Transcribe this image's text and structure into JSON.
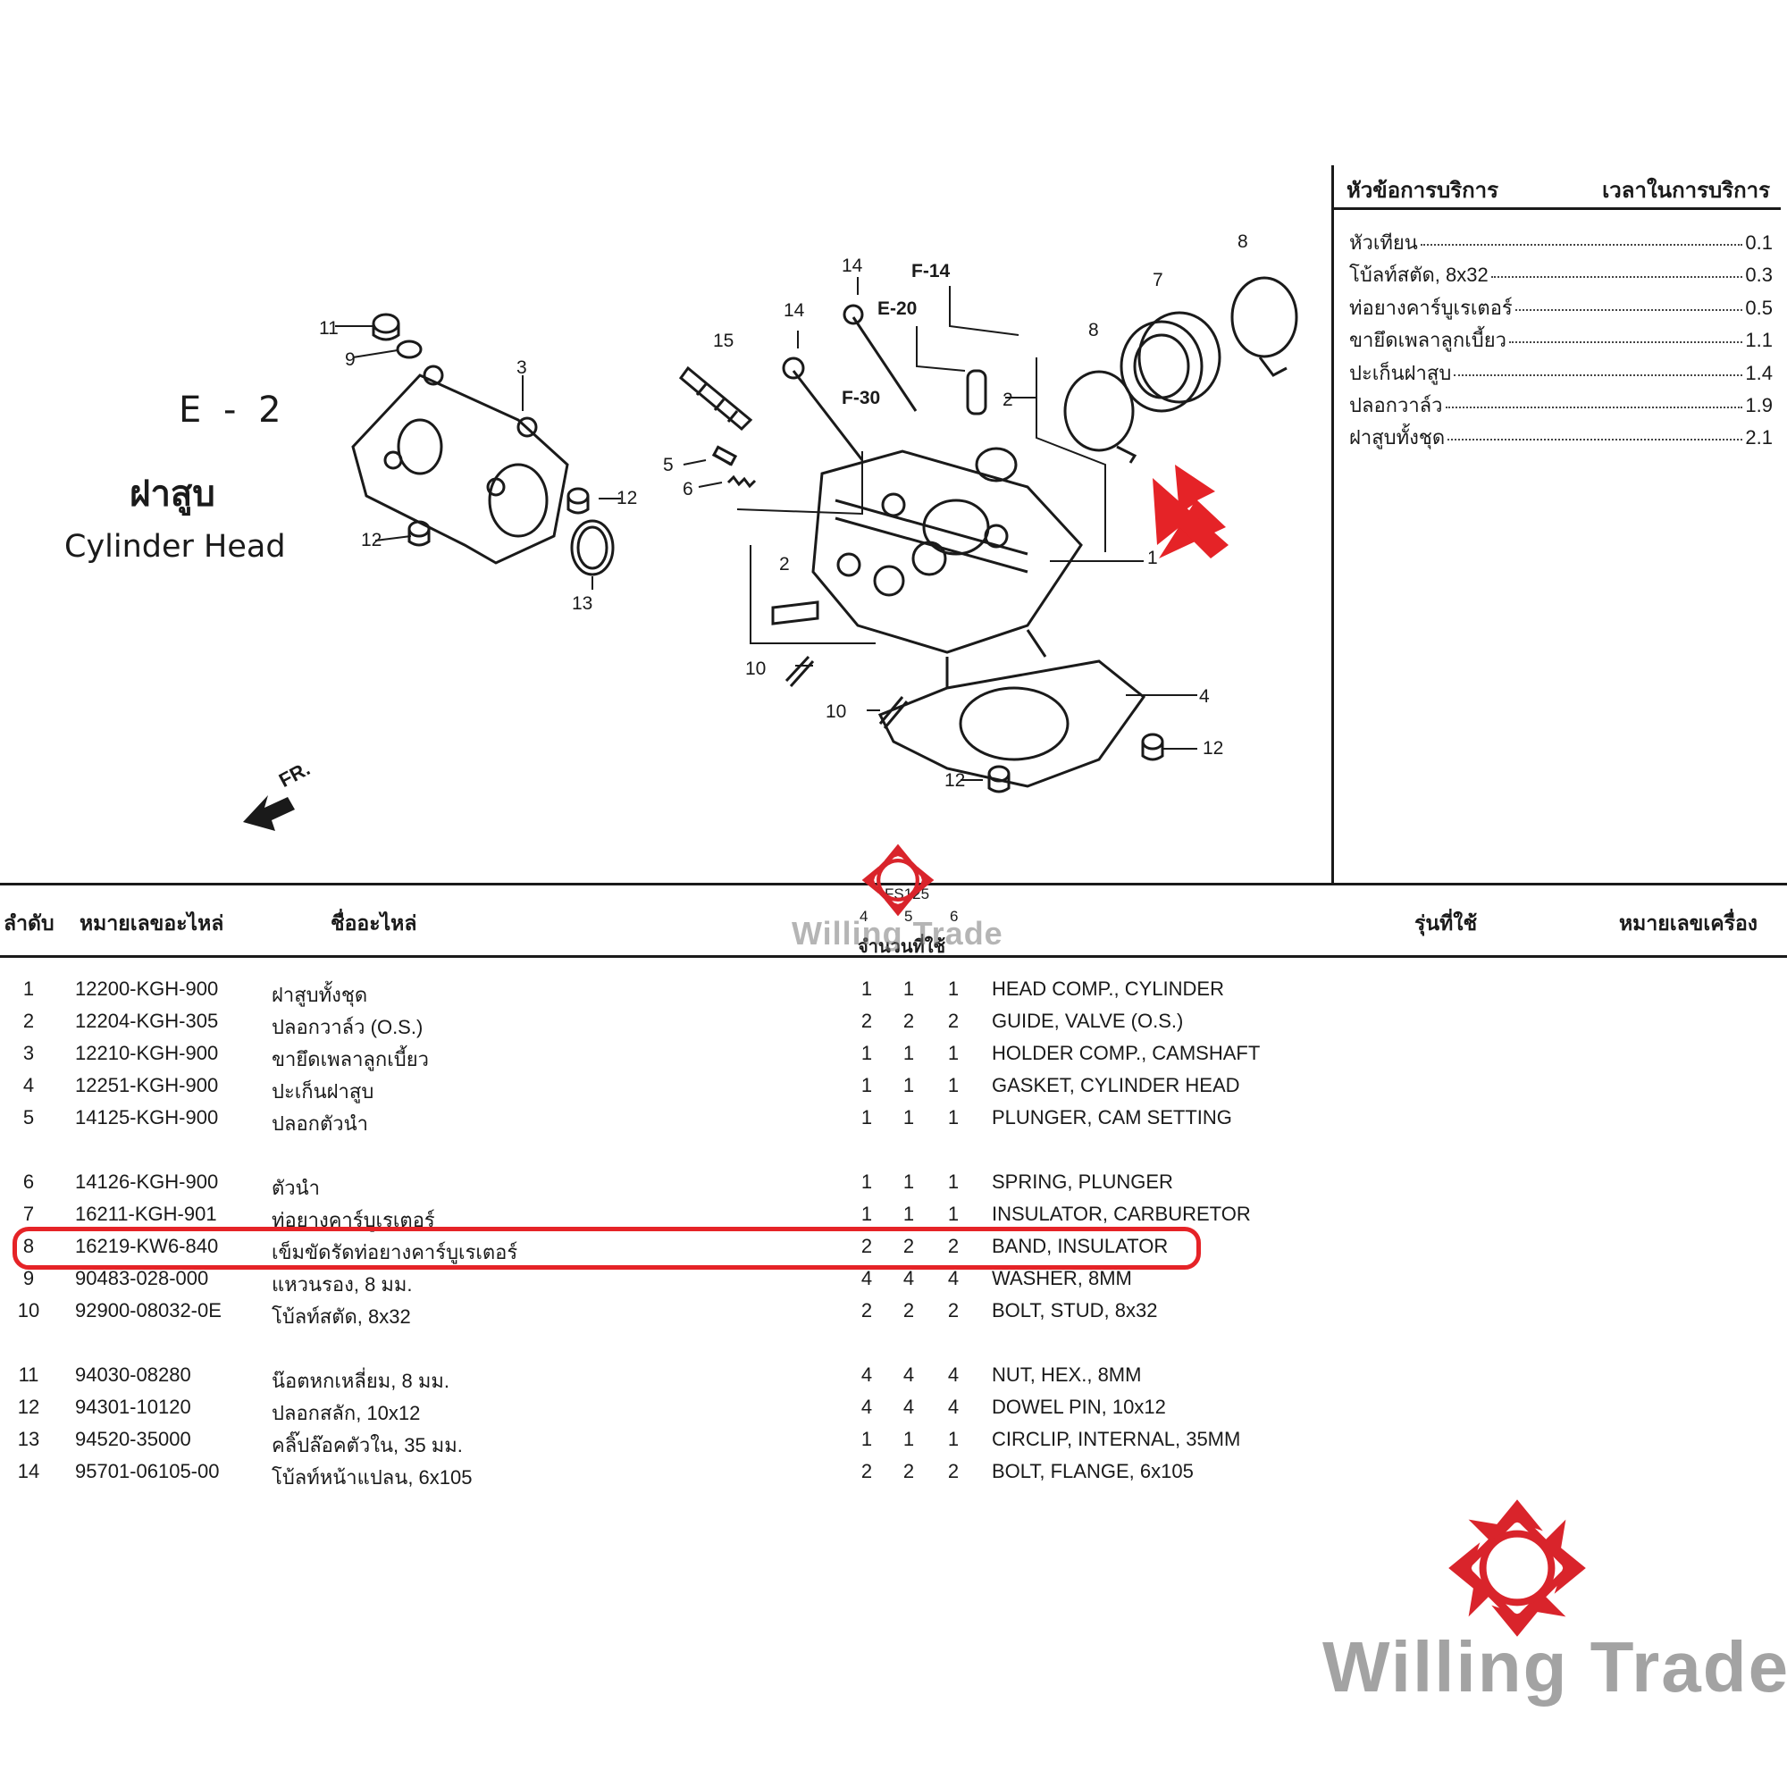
{
  "section": {
    "code": "E - 2",
    "title_th": "ฝาสูบ",
    "title_en": "Cylinder Head"
  },
  "diagram": {
    "callouts": [
      "1",
      "2",
      "2",
      "3",
      "4",
      "5",
      "6",
      "7",
      "8",
      "8",
      "9",
      "10",
      "10",
      "11",
      "12",
      "12",
      "12",
      "12",
      "13",
      "14",
      "14",
      "15"
    ],
    "refs": [
      "F-14",
      "E-20",
      "F-30"
    ],
    "front_label": "FR.",
    "arrow_color": "#e52327"
  },
  "service": {
    "header_left": "หัวข้อการบริการ",
    "header_right": "เวลาในการบริการ",
    "items": [
      {
        "name": "หัวเทียน",
        "time": "0.1"
      },
      {
        "name": "โบ้ลท์สตัด, 8x32",
        "time": "0.3"
      },
      {
        "name": "ท่อยางคาร์บูเรเตอร์",
        "time": "0.5"
      },
      {
        "name": "ขายึดเพลาลูกเบี้ยว",
        "time": "1.1"
      },
      {
        "name": "ปะเก็นฝาสูบ",
        "time": "1.4"
      },
      {
        "name": "ปลอกวาล์ว",
        "time": "1.9"
      },
      {
        "name": "ฝาสูบทั้งชุด",
        "time": "2.1"
      }
    ]
  },
  "table": {
    "headers": {
      "no": "ลำดับ",
      "part_no": "หมายเลขอะไหล่",
      "part_name": "ชื่ออะไหล่",
      "model_code": "FS125",
      "qty_cols": [
        "4",
        "5",
        "6"
      ],
      "qty_label": "จำนวนที่ใช้",
      "model": "รุ่นที่ใช้",
      "engine_no": "หมายเลขเครื่อง"
    },
    "rows": [
      {
        "no": "1",
        "pn": "12200-KGH-900",
        "th": "ฝาสูบทั้งชุด",
        "q": [
          "1",
          "1",
          "1"
        ],
        "en": "HEAD COMP., CYLINDER"
      },
      {
        "no": "2",
        "pn": "12204-KGH-305",
        "th": "ปลอกวาล์ว (O.S.)",
        "q": [
          "2",
          "2",
          "2"
        ],
        "en": "GUIDE, VALVE (O.S.)"
      },
      {
        "no": "3",
        "pn": "12210-KGH-900",
        "th": "ขายึดเพลาลูกเบี้ยว",
        "q": [
          "1",
          "1",
          "1"
        ],
        "en": "HOLDER COMP., CAMSHAFT"
      },
      {
        "no": "4",
        "pn": "12251-KGH-900",
        "th": "ปะเก็นฝาสูบ",
        "q": [
          "1",
          "1",
          "1"
        ],
        "en": "GASKET, CYLINDER HEAD"
      },
      {
        "no": "5",
        "pn": "14125-KGH-900",
        "th": "ปลอกตัวนำ",
        "q": [
          "1",
          "1",
          "1"
        ],
        "en": "PLUNGER, CAM SETTING"
      },
      {
        "no": "6",
        "pn": "14126-KGH-900",
        "th": "ตัวนำ",
        "q": [
          "1",
          "1",
          "1"
        ],
        "en": "SPRING, PLUNGER"
      },
      {
        "no": "7",
        "pn": "16211-KGH-901",
        "th": "ท่อยางคาร์บูเรเตอร์",
        "q": [
          "1",
          "1",
          "1"
        ],
        "en": "INSULATOR, CARBURETOR"
      },
      {
        "no": "8",
        "pn": "16219-KW6-840",
        "th": "เข็มขัดรัดท่อยางคาร์บูเรเตอร์",
        "q": [
          "2",
          "2",
          "2"
        ],
        "en": "BAND, INSULATOR"
      },
      {
        "no": "9",
        "pn": "90483-028-000",
        "th": "แหวนรอง, 8 มม.",
        "q": [
          "4",
          "4",
          "4"
        ],
        "en": "WASHER, 8MM"
      },
      {
        "no": "10",
        "pn": "92900-08032-0E",
        "th": "โบ้ลท์สตัด, 8x32",
        "q": [
          "2",
          "2",
          "2"
        ],
        "en": "BOLT, STUD, 8x32"
      },
      {
        "no": "11",
        "pn": "94030-08280",
        "th": "น๊อตหกเหลี่ยม, 8 มม.",
        "q": [
          "4",
          "4",
          "4"
        ],
        "en": "NUT, HEX., 8MM"
      },
      {
        "no": "12",
        "pn": "94301-10120",
        "th": "ปลอกสลัก, 10x12",
        "q": [
          "4",
          "4",
          "4"
        ],
        "en": "DOWEL PIN, 10x12"
      },
      {
        "no": "13",
        "pn": "94520-35000",
        "th": "คลิ๊ปล๊อคตัวใน, 35 มม.",
        "q": [
          "1",
          "1",
          "1"
        ],
        "en": "CIRCLIP, INTERNAL, 35MM"
      },
      {
        "no": "14",
        "pn": "95701-06105-00",
        "th": "โบ้ลท์หน้าแปลน, 6x105",
        "q": [
          "2",
          "2",
          "2"
        ],
        "en": "BOLT, FLANGE, 6x105"
      }
    ],
    "highlight_color": "#e52327"
  },
  "watermark": {
    "brand": "Willing Trade",
    "brand_color": "#a3a3a3",
    "logo_color": "#d9242b"
  }
}
